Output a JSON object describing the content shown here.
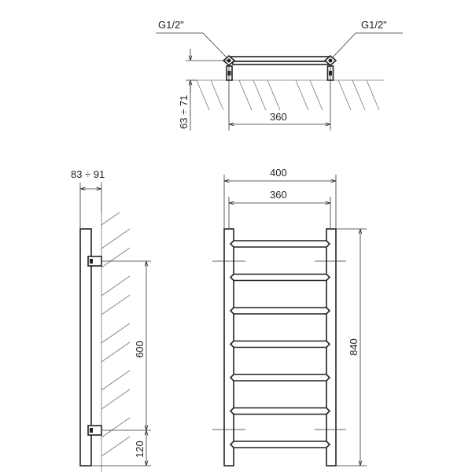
{
  "top_view": {
    "inlet_left_label": "G1/2\"",
    "inlet_right_label": "G1/2\"",
    "wall_offset_label": "63 ÷ 71",
    "connection_spacing_label": "360"
  },
  "side_view": {
    "depth_label": "83 ÷ 91",
    "bracket_spacing_label": "600",
    "bottom_offset_label": "120"
  },
  "front_view": {
    "overall_width_label": "400",
    "connection_spacing_label": "360",
    "overall_height_label": "840",
    "rung_count": 7
  },
  "colors": {
    "line": "#222222",
    "hatch": "#777777",
    "background": "#ffffff"
  }
}
